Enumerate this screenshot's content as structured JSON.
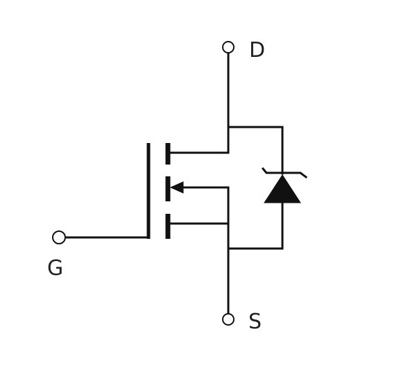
{
  "diagram": {
    "terminals": {
      "drain": {
        "label": "D"
      },
      "gate": {
        "label": "G"
      },
      "source": {
        "label": "S"
      }
    },
    "colors": {
      "ink": "#111111",
      "background": "#ffffff"
    }
  }
}
